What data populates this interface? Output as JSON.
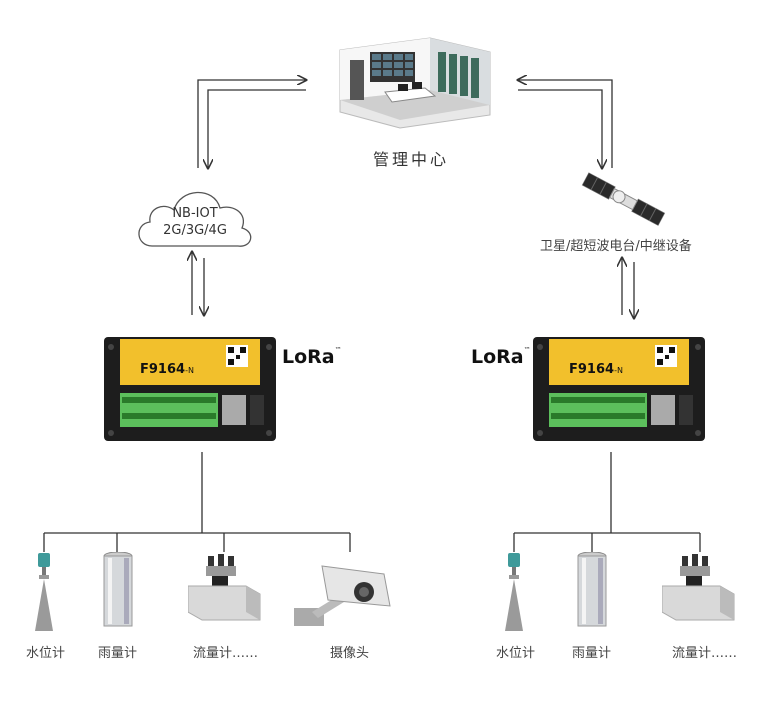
{
  "center": {
    "label": "管理中心"
  },
  "cloud": {
    "line1": "NB-IOT",
    "line2": "2G/3G/4G"
  },
  "satellite": {
    "label": "卫星/超短波电台/中继设备"
  },
  "lora": {
    "text": "LoRa",
    "tm": "™"
  },
  "devices": [
    {
      "model": "F9164",
      "suffix": "-N"
    },
    {
      "model": "F9164",
      "suffix": "-N"
    }
  ],
  "left_sensors": [
    "水位计",
    "雨量计",
    "流量计……",
    "摄像头"
  ],
  "right_sensors": [
    "水位计",
    "雨量计",
    "流量计……"
  ]
}
